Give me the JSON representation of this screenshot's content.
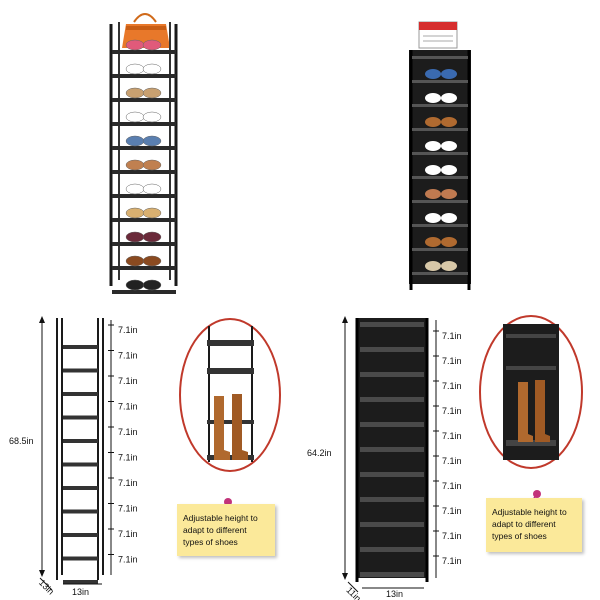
{
  "product_images": {
    "rack_mesh_shelves": {
      "name": "tall mesh shoe rack with shoes and handbag"
    },
    "rack_fabric_shelves": {
      "name": "tall fabric shoe rack with shoes and calendar"
    }
  },
  "dimension_diagram_left": {
    "height": "68.5in",
    "width": "13in",
    "depth": "13in",
    "shelf_gaps": [
      "7.1in",
      "7.1in",
      "7.1in",
      "7.1in",
      "7.1in",
      "7.1in",
      "7.1in",
      "7.1in",
      "7.1in",
      "7.1in"
    ]
  },
  "dimension_diagram_right": {
    "height": "64.2in",
    "width": "13in",
    "depth": "11in",
    "shelf_gaps": [
      "7.1in",
      "7.1in",
      "7.1in",
      "7.1in",
      "7.1in",
      "7.1in",
      "7.1in",
      "7.1in",
      "7.1in",
      "7.1in"
    ]
  },
  "callouts": {
    "left_note": "Adjustable height to adapt to different types of shoes",
    "right_note": "Adjustable height to adapt to different types of shoes"
  },
  "colors": {
    "frame": "#1a1a1a",
    "callout_ring": "#c0392b",
    "note_paper": "#fbe99a",
    "pin": "#c2337a",
    "boots": "#b0692e"
  }
}
